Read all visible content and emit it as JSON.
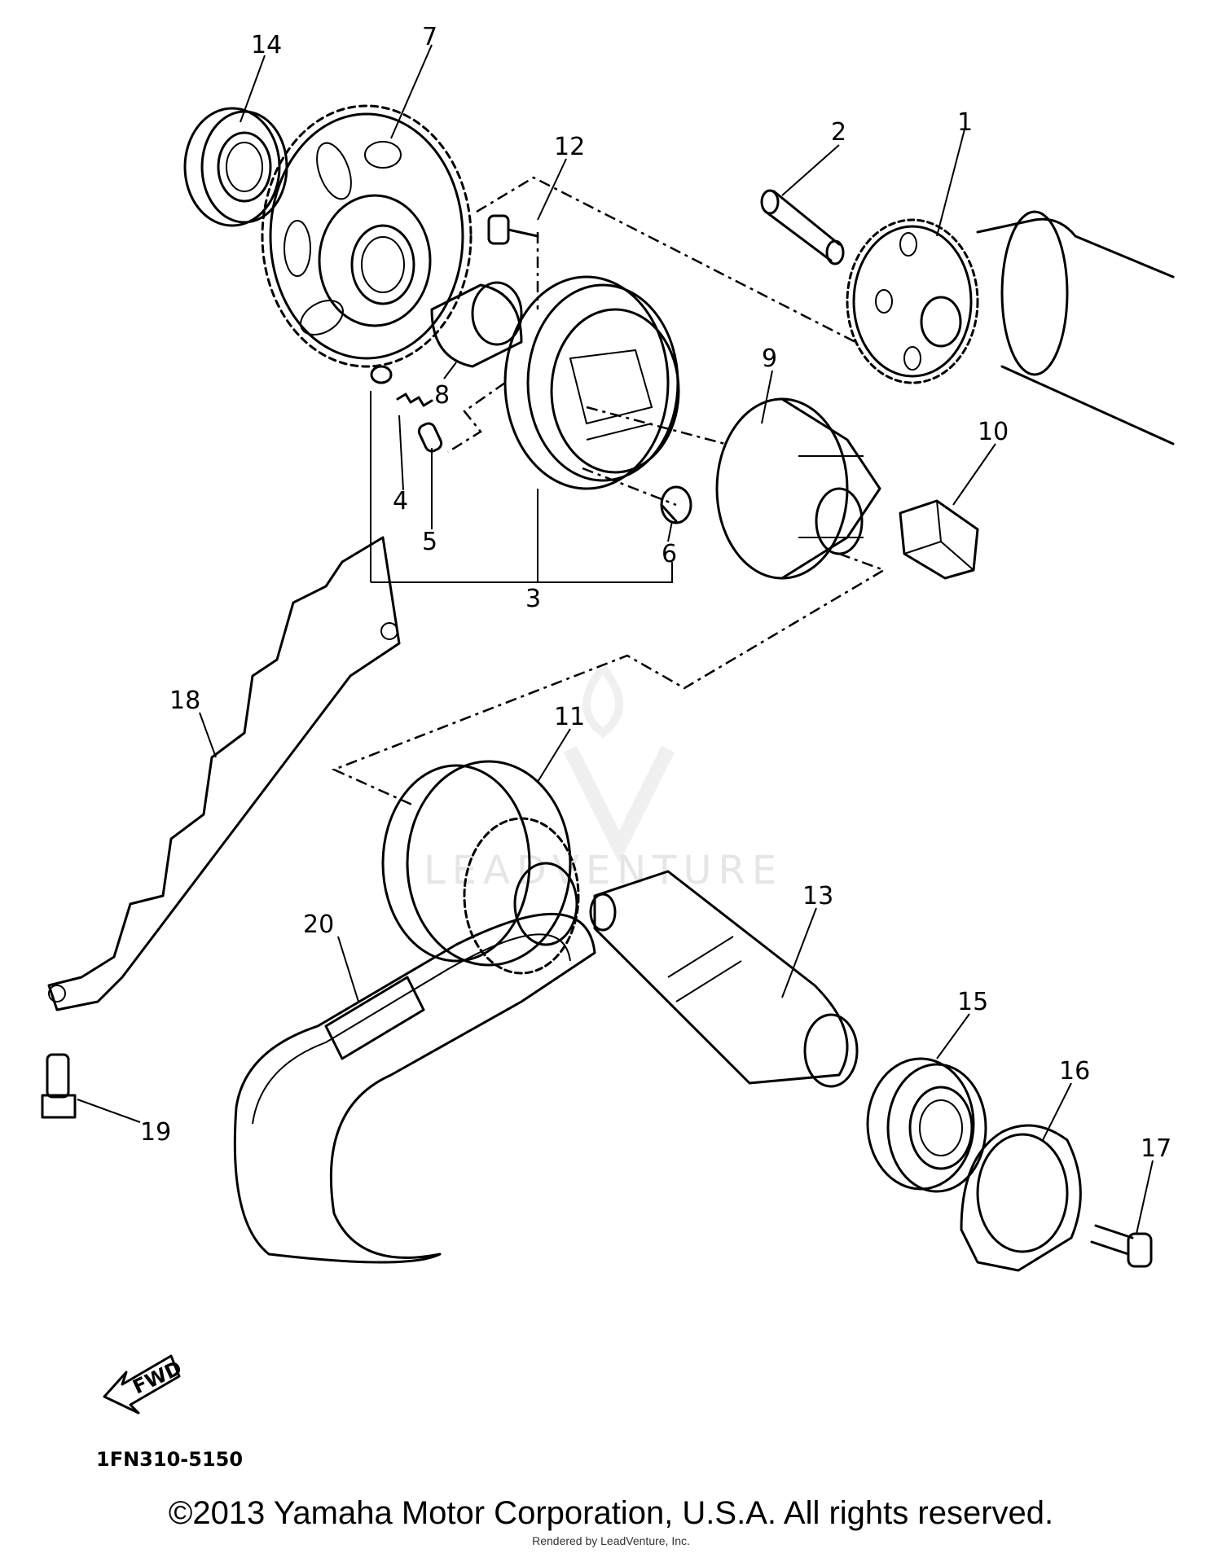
{
  "diagram": {
    "part_labels": {
      "p1": "1",
      "p2": "2",
      "p3": "3",
      "p4": "4",
      "p5": "5",
      "p6": "6",
      "p7": "7",
      "p8": "8",
      "p9": "9",
      "p10": "10",
      "p11": "11",
      "p12": "12",
      "p13": "13",
      "p14": "14",
      "p15": "15",
      "p16": "16",
      "p17": "17",
      "p18": "18",
      "p19": "19",
      "p20": "20"
    },
    "fwd_label": "FWD",
    "diagram_code": "1FN310-5150",
    "watermark": "LEADVENTURE"
  },
  "footer": {
    "copyright": "©2013 Yamaha Motor Corporation, U.S.A. All rights reserved.",
    "rendered_by": "Rendered by LeadVenture, Inc."
  }
}
